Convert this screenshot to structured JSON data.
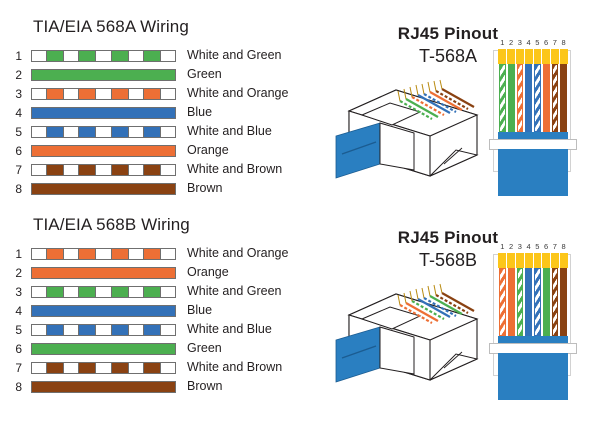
{
  "colors": {
    "green": "#4caf50",
    "orange": "#ed6f35",
    "blue": "#3371b8",
    "brown": "#8a4212",
    "white": "#ffffff",
    "gold": "#fcc61a",
    "cable_blue": "#2a7fc1",
    "outline": "#6f6f6f",
    "text": "#231f20",
    "background": "#ffffff"
  },
  "wiring_568a": {
    "title": "TIA/EIA 568A Wiring",
    "rows": [
      {
        "pin": "1",
        "label": "White and Green",
        "color": "#4caf50",
        "striped": true
      },
      {
        "pin": "2",
        "label": "Green",
        "color": "#4caf50",
        "striped": false
      },
      {
        "pin": "3",
        "label": "White and Orange",
        "color": "#ed6f35",
        "striped": true
      },
      {
        "pin": "4",
        "label": "Blue",
        "color": "#3371b8",
        "striped": false
      },
      {
        "pin": "5",
        "label": "White and Blue",
        "color": "#3371b8",
        "striped": true
      },
      {
        "pin": "6",
        "label": "Orange",
        "color": "#ed6f35",
        "striped": false
      },
      {
        "pin": "7",
        "label": "White and Brown",
        "color": "#8a4212",
        "striped": true
      },
      {
        "pin": "8",
        "label": "Brown",
        "color": "#8a4212",
        "striped": false
      }
    ]
  },
  "wiring_568b": {
    "title": "TIA/EIA 568B Wiring",
    "rows": [
      {
        "pin": "1",
        "label": "White and Orange",
        "color": "#ed6f35",
        "striped": true
      },
      {
        "pin": "2",
        "label": "Orange",
        "color": "#ed6f35",
        "striped": false
      },
      {
        "pin": "3",
        "label": "White and Green",
        "color": "#4caf50",
        "striped": true
      },
      {
        "pin": "4",
        "label": "Blue",
        "color": "#3371b8",
        "striped": false
      },
      {
        "pin": "5",
        "label": "White and Blue",
        "color": "#3371b8",
        "striped": true
      },
      {
        "pin": "6",
        "label": "Green",
        "color": "#4caf50",
        "striped": false
      },
      {
        "pin": "7",
        "label": "White and Brown",
        "color": "#8a4212",
        "striped": true
      },
      {
        "pin": "8",
        "label": "Brown",
        "color": "#8a4212",
        "striped": false
      }
    ]
  },
  "pinout_a": {
    "title": "RJ45 Pinout",
    "subtitle": "T-568A",
    "pin_numbers": [
      "1",
      "2",
      "3",
      "4",
      "5",
      "6",
      "7",
      "8"
    ],
    "wires": [
      {
        "pin": "1",
        "color": "#4caf50",
        "striped": true
      },
      {
        "pin": "2",
        "color": "#4caf50",
        "striped": false
      },
      {
        "pin": "3",
        "color": "#ed6f35",
        "striped": true
      },
      {
        "pin": "4",
        "color": "#3371b8",
        "striped": false
      },
      {
        "pin": "5",
        "color": "#3371b8",
        "striped": true
      },
      {
        "pin": "6",
        "color": "#ed6f35",
        "striped": false
      },
      {
        "pin": "7",
        "color": "#8a4212",
        "striped": true
      },
      {
        "pin": "8",
        "color": "#8a4212",
        "striped": false
      }
    ]
  },
  "pinout_b": {
    "title": "RJ45 Pinout",
    "subtitle": "T-568B",
    "pin_numbers": [
      "1",
      "2",
      "3",
      "4",
      "5",
      "6",
      "7",
      "8"
    ],
    "wires": [
      {
        "pin": "1",
        "color": "#ed6f35",
        "striped": true
      },
      {
        "pin": "2",
        "color": "#ed6f35",
        "striped": false
      },
      {
        "pin": "3",
        "color": "#4caf50",
        "striped": true
      },
      {
        "pin": "4",
        "color": "#3371b8",
        "striped": false
      },
      {
        "pin": "5",
        "color": "#3371b8",
        "striped": true
      },
      {
        "pin": "6",
        "color": "#4caf50",
        "striped": false
      },
      {
        "pin": "7",
        "color": "#8a4212",
        "striped": true
      },
      {
        "pin": "8",
        "color": "#8a4212",
        "striped": false
      }
    ]
  }
}
